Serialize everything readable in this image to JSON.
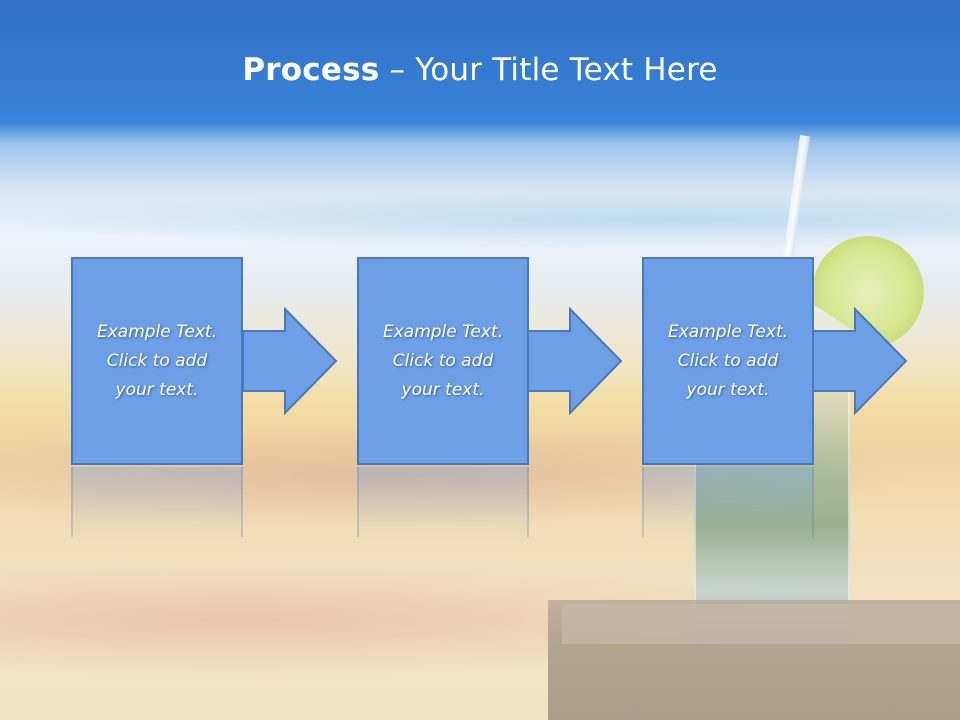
{
  "slide": {
    "title_bold": "Process",
    "title_rest": " – Your Title Text Here"
  },
  "steps": [
    {
      "text": "Example Text.\nClick  to add\nyour text."
    },
    {
      "text": "Example Text.\nClick  to add\nyour text."
    },
    {
      "text": "Example Text.\nClick  to add\nyour text."
    }
  ],
  "colors": {
    "box_fill": "#6c9fe6",
    "box_border": "#4a78b9",
    "title_text": "#ffffff"
  }
}
